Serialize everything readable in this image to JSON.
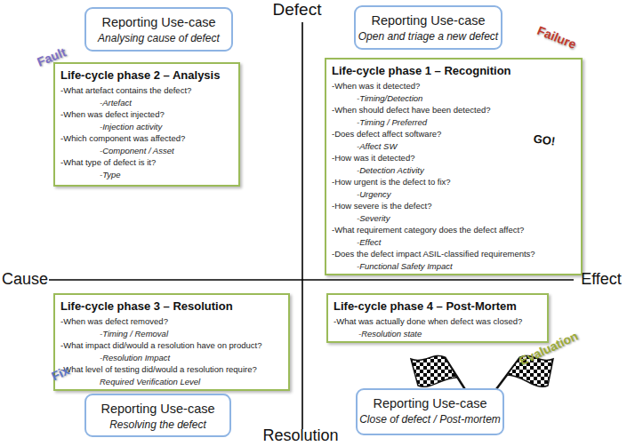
{
  "diagram": {
    "nodes": [
      {
        "text": [
          "Reporting Use-case",
          "Analysing cause of defect"
        ]
      },
      {
        "text": [
          "Reporting Use-case",
          "Open and triage a new defect"
        ]
      },
      {
        "text": [
          "Life-cycle phase 2 – Analysis",
          "-What artefact contains the defect?",
          "-Artefact",
          "-When was defect injected?",
          "-Injection activity",
          "-Which component was affected?",
          "-Component / Asset",
          "-What type of defect is it?",
          "-Type"
        ]
      },
      {
        "text": [
          "Life-cycle phase 1 – Recognition",
          "-When was it detected?",
          "-Timing/Detection",
          "-When should defect have been detected?",
          "-Timing / Preferred",
          "-Does defect affect software?",
          "-Affect SW",
          "-How was it detected?",
          "-Detection Activity",
          "-How urgent is the defect to fix?",
          "-Urgency",
          "-How severe is the defect?",
          "-Severity",
          "-What requirement category does the defect affect?",
          "-Effect",
          "-Does the defect impact ASIL-classified requirements?",
          "-Functional Safety Impact"
        ]
      },
      {
        "text": [
          "Life-cycle phase 3 – Resolution",
          "-When was defect removed?",
          "-Timing / Removal",
          "-What impact did/would a resolution have on product?",
          "-Resolution Impact",
          "-What level of testing did/would a resolution require?",
          "Required Verification Level"
        ]
      },
      {
        "text": [
          "Life-cycle phase 4 – Post-Mortem",
          "-What was actually done when defect was closed?",
          "-Resolution state"
        ]
      },
      {
        "text": [
          "Reporting Use-case",
          "Resolving the defect"
        ]
      },
      {
        "text": [
          "Reporting Use-case",
          "Close of defect / Post-mortem"
        ]
      }
    ],
    "labels": [
      "Defect",
      "Fault",
      "Failure",
      "GO!",
      "Cause",
      "Effect",
      "Evaluation",
      "Fix",
      "Resolution"
    ]
  }
}
